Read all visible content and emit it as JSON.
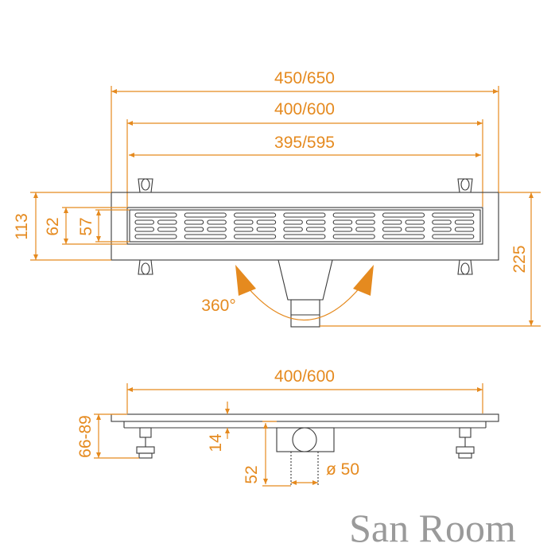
{
  "colors": {
    "dimension": "#e58a1f",
    "outline": "#3a3a3a",
    "watermark": "#9a9a9a"
  },
  "top_view": {
    "dims": {
      "overall_length": "450/650",
      "grate_length": "400/600",
      "inner_length": "395/595",
      "body_width": "113",
      "grate_width": "62",
      "slot_width": "57",
      "height_total": "225",
      "rotation": "360°"
    }
  },
  "side_view": {
    "dims": {
      "length": "400/600",
      "leg_range": "66-89",
      "depth_14": "14",
      "outlet_depth": "52",
      "outlet_diameter": "ø 50"
    }
  },
  "watermark": "San Room"
}
